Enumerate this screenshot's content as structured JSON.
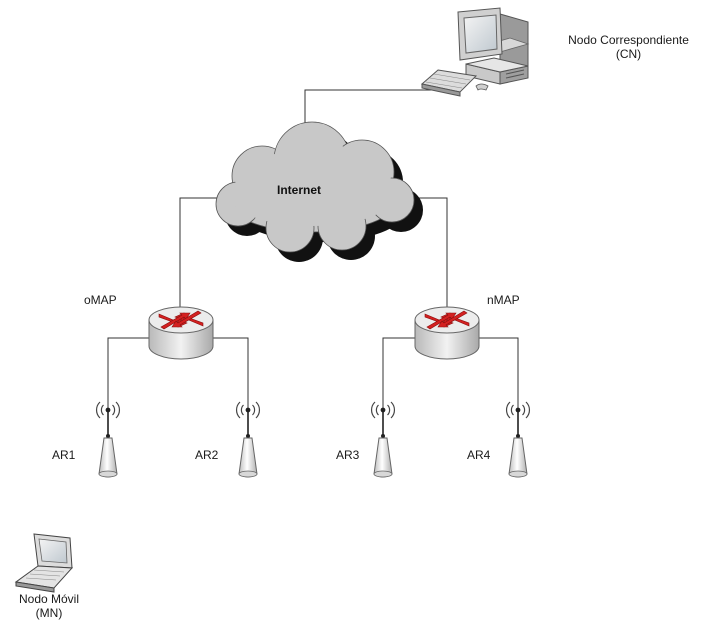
{
  "nodes": {
    "cn": {
      "name": "Nodo Correspondiente",
      "abbr": "(CN)"
    },
    "internet": {
      "label": "Internet"
    },
    "omap": {
      "label": "oMAP"
    },
    "nmap": {
      "label": "nMAP"
    },
    "ar1": {
      "label": "AR1"
    },
    "ar2": {
      "label": "AR2"
    },
    "ar3": {
      "label": "AR3"
    },
    "ar4": {
      "label": "AR4"
    },
    "mn": {
      "name": "Nodo Móvil",
      "abbr": "(MN)"
    }
  },
  "colors": {
    "line": "#333333",
    "cloud_fill": "#c9c9c9",
    "cloud_shadow": "#111111",
    "router_top": "#eeeeee",
    "router_side": "#c4c4c4",
    "router_arrows": "#d42020"
  }
}
